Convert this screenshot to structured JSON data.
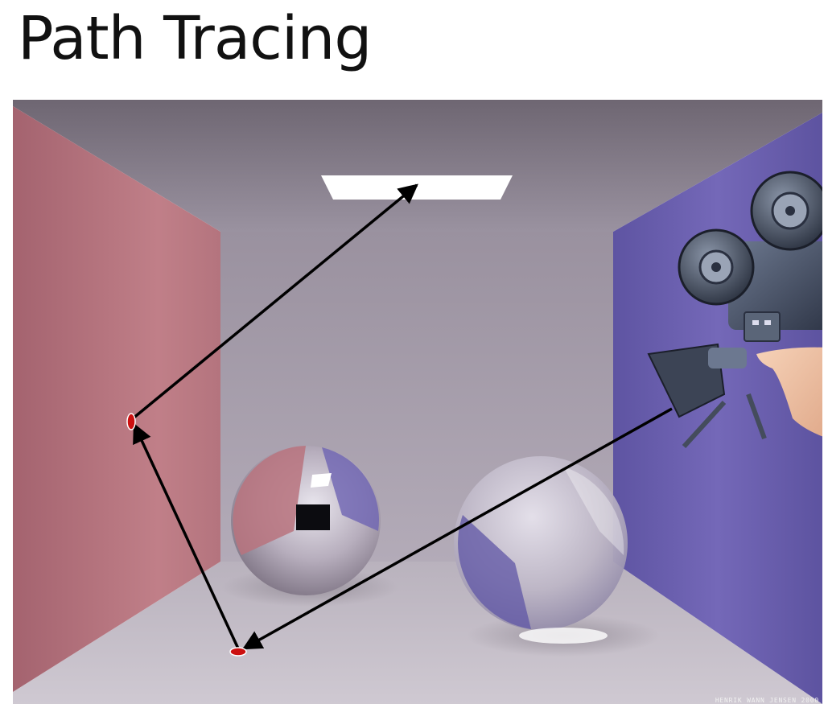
{
  "slide": {
    "title": "Path Tracing"
  },
  "scene": {
    "credit": "HENRIK WANN JENSEN 2000",
    "colors": {
      "left_wall": "#b06f7a",
      "right_wall": "#6f64b2",
      "back_wall": "#a89fb0",
      "ceiling": "#8c8490",
      "floor": "#c3bcc6",
      "light": "#ffffff",
      "ray": "#000000",
      "hit_marker": "#cc1010"
    },
    "elements": [
      "area-light",
      "mirror-sphere",
      "glass-sphere",
      "camera-icon",
      "hand-icon"
    ]
  }
}
